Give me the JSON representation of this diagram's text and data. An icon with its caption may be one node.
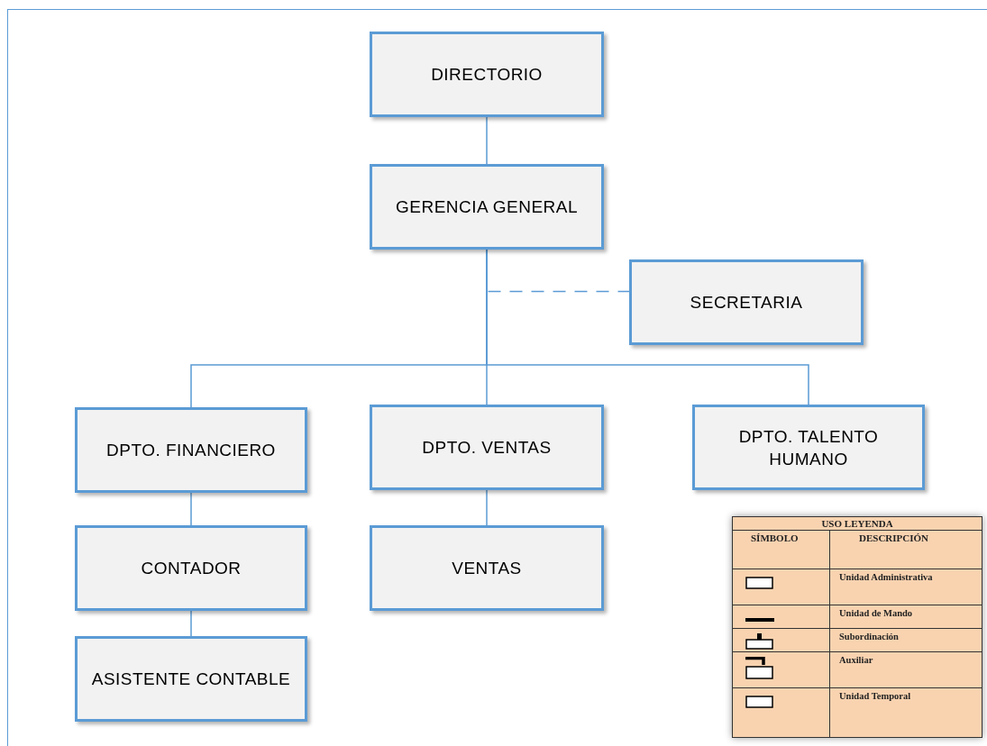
{
  "diagram": {
    "nodes": [
      {
        "text": [
          "DIRECTORIO"
        ]
      },
      {
        "text": [
          "GERENCIA GENERAL"
        ]
      },
      {
        "text": [
          "SECRETARIA"
        ]
      },
      {
        "text": [
          "DPTO. FINANCIERO"
        ]
      },
      {
        "text": [
          "DPTO. VENTAS"
        ]
      },
      {
        "text": [
          "DPTO. TALENTO HUMANO"
        ]
      },
      {
        "text": [
          "CONTADOR"
        ]
      },
      {
        "text": [
          "VENTAS"
        ]
      },
      {
        "text": [
          "ASISTENTE CONTABLE"
        ]
      }
    ],
    "edges": [
      {
        "from": 0,
        "to": 1,
        "arrow": "none"
      },
      {
        "from": 1,
        "to": 2,
        "arrow": "none",
        "style": "dashed"
      },
      {
        "from": 1,
        "to": 3,
        "arrow": "none"
      },
      {
        "from": 1,
        "to": 4,
        "arrow": "none"
      },
      {
        "from": 1,
        "to": 5,
        "arrow": "none"
      },
      {
        "from": 3,
        "to": 6,
        "arrow": "none"
      },
      {
        "from": 6,
        "to": 8,
        "arrow": "none"
      },
      {
        "from": 4,
        "to": 7,
        "arrow": "none"
      }
    ],
    "labels": [
      "USO LEYENDA",
      "SÍMBOLO",
      "DESCRIPCIÓN"
    ],
    "legend": [
      {
        "text": "Unidad Administrativa"
      },
      {
        "text": "Unidad de Mando"
      },
      {
        "text": "Subordinación"
      },
      {
        "text": "Auxiliar"
      },
      {
        "text": "Unidad Temporal"
      }
    ]
  }
}
